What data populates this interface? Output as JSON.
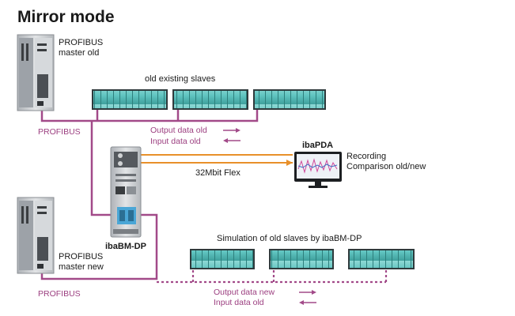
{
  "title": "Mirror mode",
  "labels": {
    "master_old": [
      "PROFIBUS",
      "master old"
    ],
    "master_new": [
      "PROFIBUS",
      "master new"
    ],
    "old_slaves": "old existing slaves",
    "sim_slaves": "Simulation of old slaves by ibaBM-DP",
    "profibus_top": "PROFIBUS",
    "profibus_bottom": "PROFIBUS",
    "output_old": "Output data old",
    "input_old": "Input data old",
    "output_new": "Output data new",
    "input_new": "Input data old",
    "flex": "32Mbit Flex",
    "ibapda": "ibaPDA",
    "recording": [
      "Recording",
      "Comparison old/new"
    ],
    "ibabm": "ibaBM-DP"
  },
  "colors": {
    "bus": "#a24a89",
    "fiber": "#e8902a",
    "slave": "#5fc4c0",
    "slave_dark": "#3e9f9c",
    "device": "#c9ccd0"
  },
  "icons": [
    "plc-icon",
    "slave-module-icon",
    "ibabm-dp-device-icon",
    "monitor-icon",
    "arrow-icon"
  ]
}
